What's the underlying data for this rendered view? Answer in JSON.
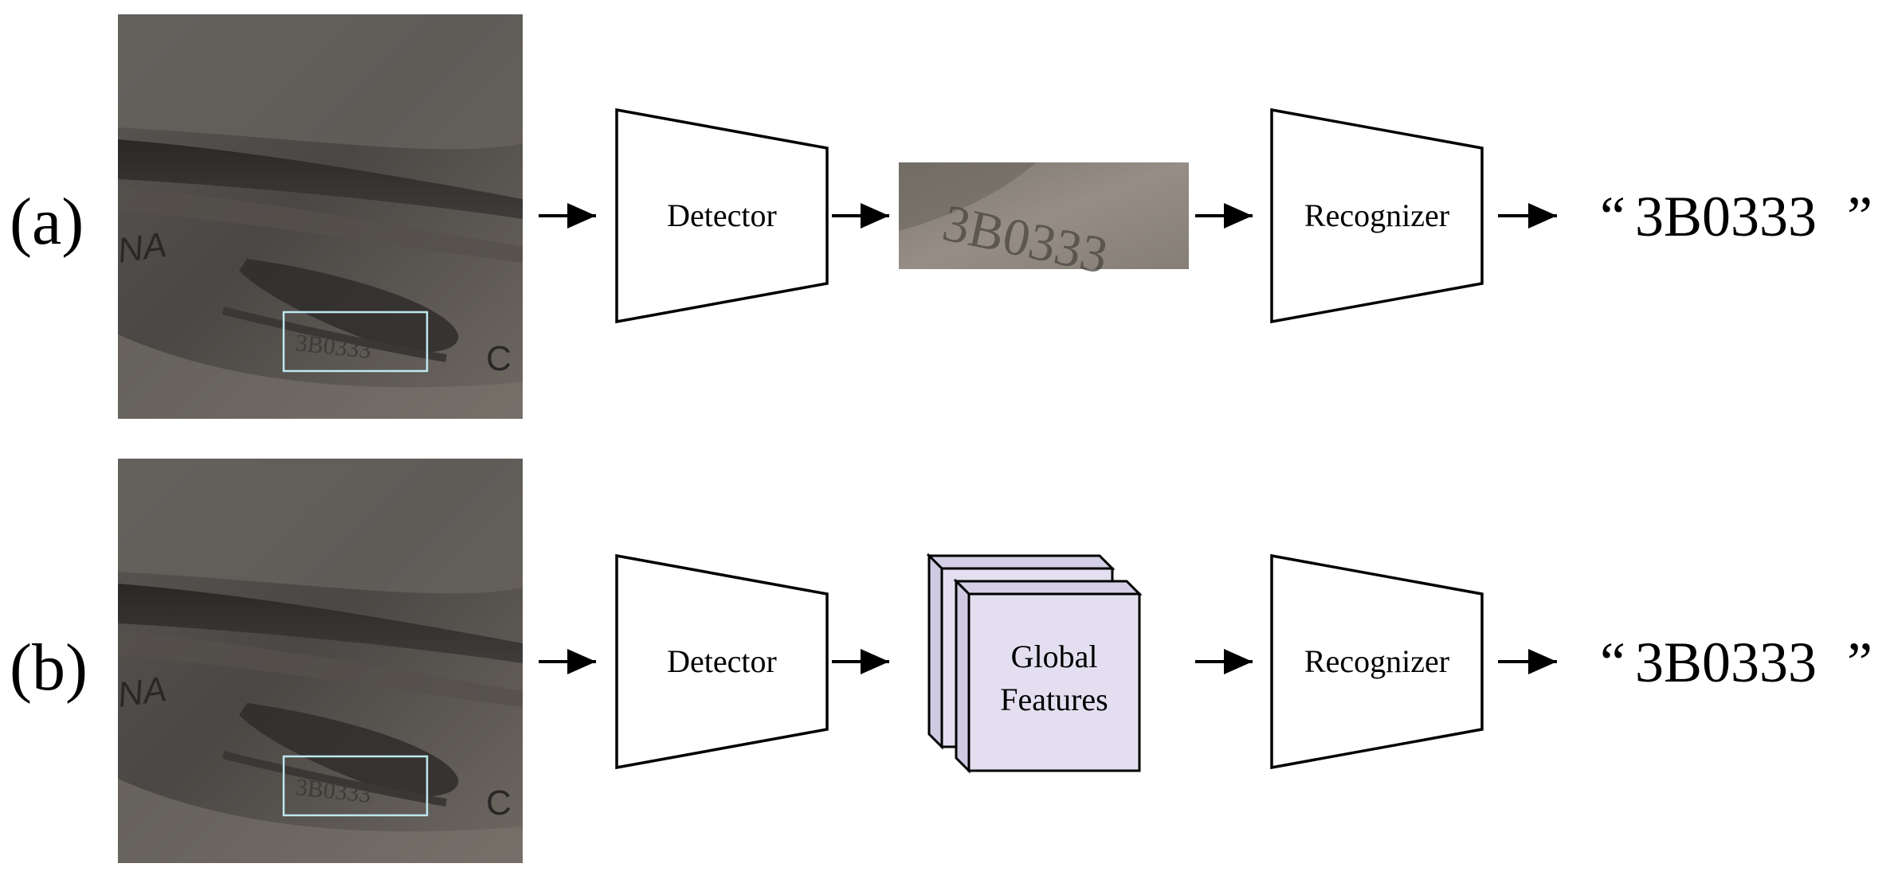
{
  "rows": [
    {
      "label": "(a)",
      "detector_label": "Detector",
      "crop_text": "3B0333",
      "recognizer_label": "Recognizer",
      "output_open_quote": "“",
      "output_text": "3B0333",
      "output_close_quote": "”"
    },
    {
      "label": "(b)",
      "detector_label": "Detector",
      "features_label_line1": "Global",
      "features_label_line2": "Features",
      "recognizer_label": "Recognizer",
      "output_open_quote": "“",
      "output_text": "3B0333",
      "output_close_quote": "”"
    }
  ],
  "colors": {
    "stroke": "#000000",
    "features_fill": "#e4dff0",
    "bbox": "#bfe8f0",
    "photo_dark": "#3a3836",
    "photo_mid": "#6e6964",
    "photo_light": "#8e8882"
  }
}
